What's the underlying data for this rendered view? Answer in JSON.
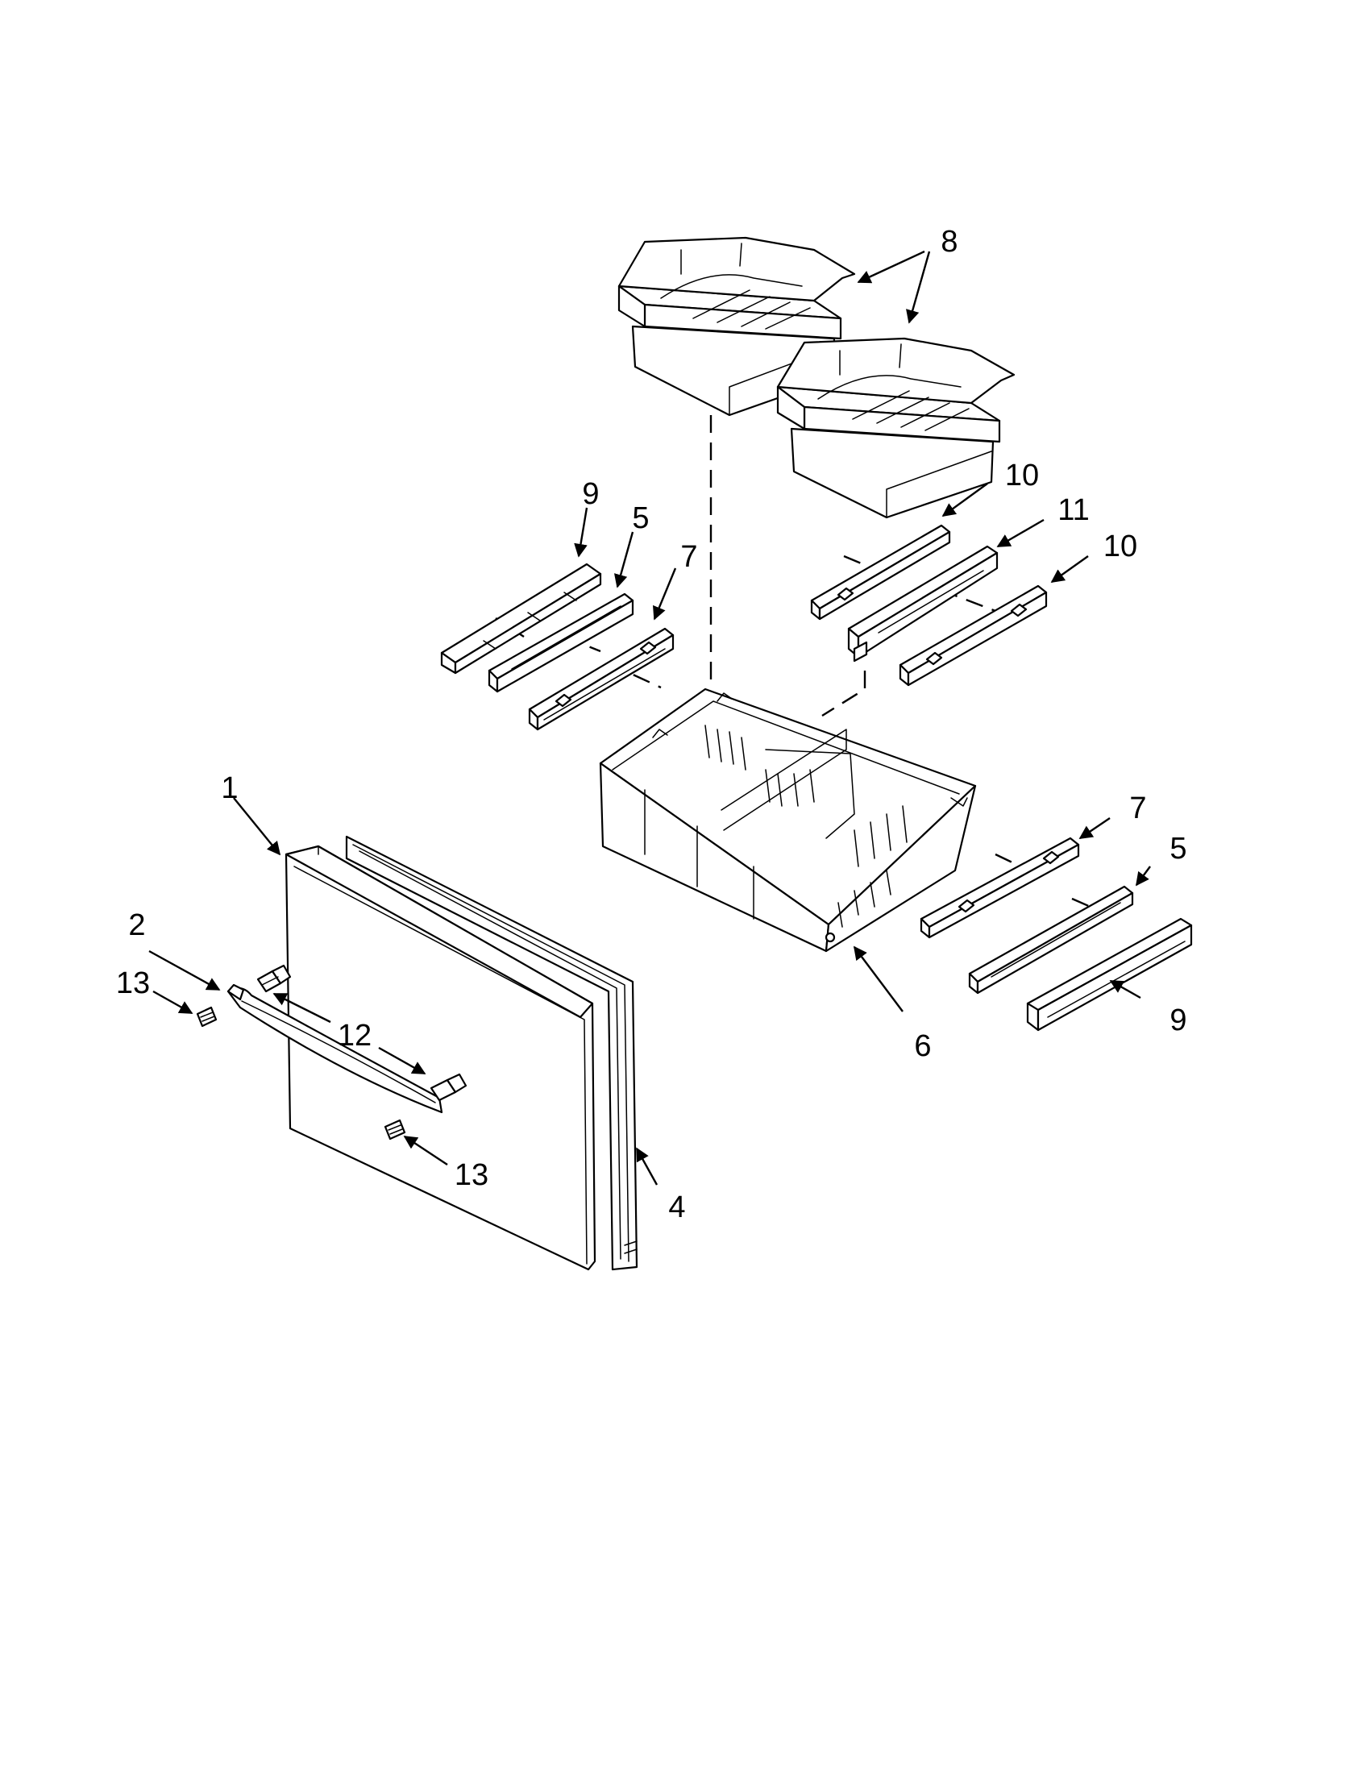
{
  "callouts": [
    {
      "id": "c1",
      "label": "1"
    },
    {
      "id": "c2",
      "label": "2"
    },
    {
      "id": "c4",
      "label": "4"
    },
    {
      "id": "c5a",
      "label": "5"
    },
    {
      "id": "c5b",
      "label": "5"
    },
    {
      "id": "c6",
      "label": "6"
    },
    {
      "id": "c7a",
      "label": "7"
    },
    {
      "id": "c7b",
      "label": "7"
    },
    {
      "id": "c8",
      "label": "8"
    },
    {
      "id": "c9a",
      "label": "9"
    },
    {
      "id": "c9b",
      "label": "9"
    },
    {
      "id": "c10a",
      "label": "10"
    },
    {
      "id": "c10b",
      "label": "10"
    },
    {
      "id": "c11",
      "label": "11"
    },
    {
      "id": "c12",
      "label": "12"
    },
    {
      "id": "c13a",
      "label": "13"
    },
    {
      "id": "c13b",
      "label": "13"
    }
  ]
}
